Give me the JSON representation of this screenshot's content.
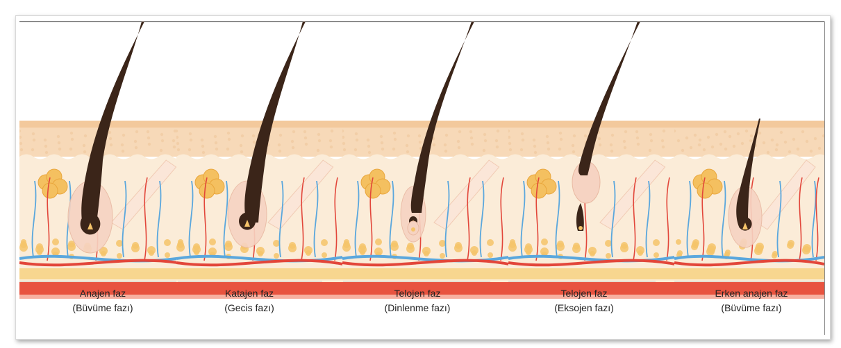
{
  "stages": [
    {
      "name": "Anajen faz",
      "subtitle": "(Büvüme fazı)"
    },
    {
      "name": "Katajen faz",
      "subtitle": "(Gecis fazı)"
    },
    {
      "name": "Telojen faz",
      "subtitle": "(Dinlenme fazı)"
    },
    {
      "name": "Telojen faz",
      "subtitle": "(Eksojen fazı)"
    },
    {
      "name": "Erken anajen faz",
      "subtitle": "(Büvüme fazı)"
    }
  ],
  "colors": {
    "hair": "#3b2519",
    "epidermis": "#f7d9b8",
    "dermis": "#fbecd8",
    "fat_band": "#f5c46a",
    "artery": "#e2463a",
    "vein": "#5aa7dd",
    "muscle": "#fbe6d8",
    "gland": "#f4c060"
  }
}
